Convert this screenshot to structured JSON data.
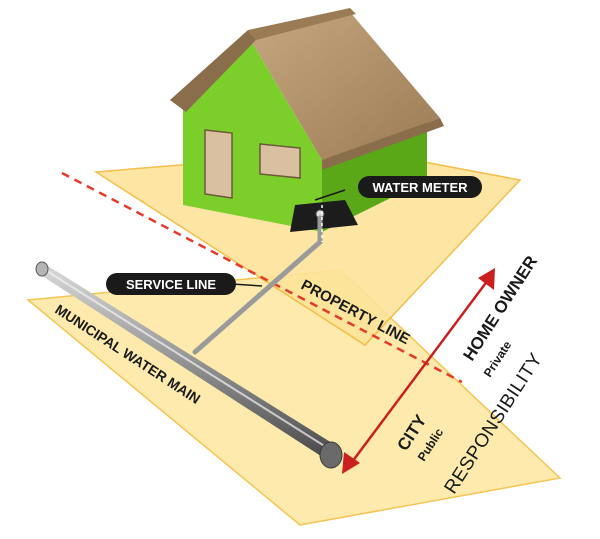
{
  "callouts": {
    "water_meter": "WATER METER",
    "service_line": "SERVICE LINE"
  },
  "labels": {
    "property_line": "PROPERTY LINE",
    "water_main": "MUNICIPAL WATER MAIN",
    "home_owner": "HOME OWNER",
    "private": "Private",
    "city": "CITY",
    "public": "Public",
    "responsibility": "RESPONSIBILITY"
  },
  "colors": {
    "plane_fill": "#fde9a8",
    "plane_stroke": "#f4c24a",
    "house_green": "#7ccf2b",
    "house_green_dark": "#5aa818",
    "roof_brown": "#b4946b",
    "roof_dark": "#8a6e4c",
    "door_tan": "#d8c0a0",
    "property_line_red": "#e53a2a",
    "arrow_red": "#cc1f1f",
    "callout_bg": "#1a1a1a",
    "pipe_gray": "#8a8a8a"
  }
}
